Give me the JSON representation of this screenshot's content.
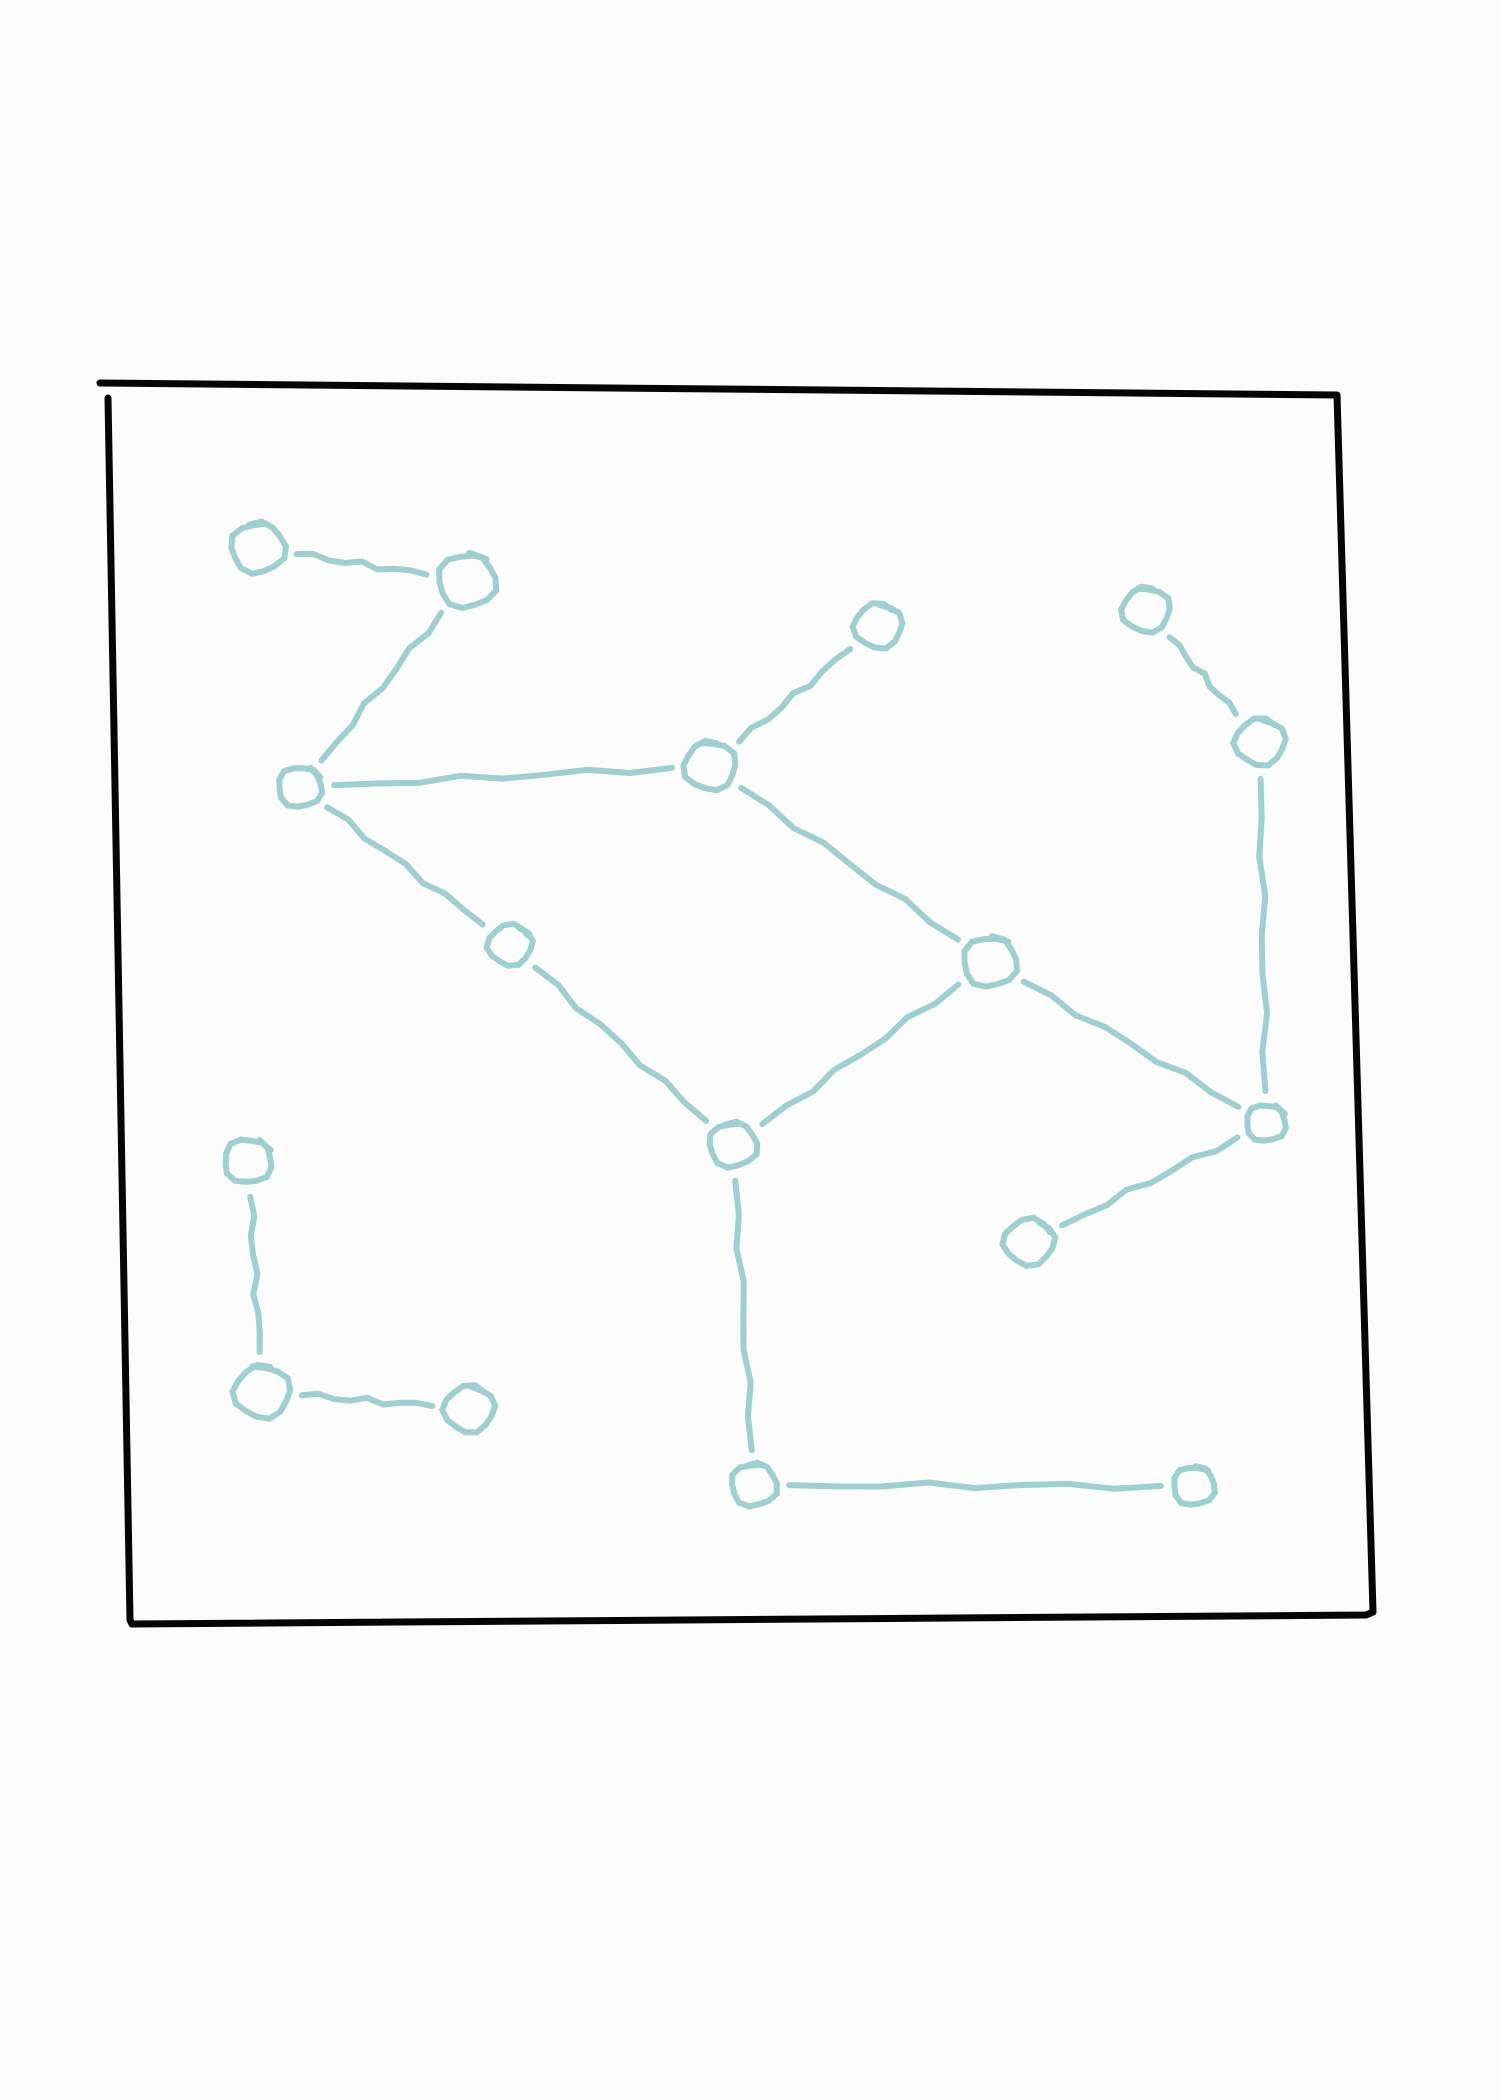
{
  "diagram": {
    "type": "graph",
    "style": "hand-drawn",
    "colors": {
      "background": "#fcfcfc",
      "frame": "#050505",
      "stroke": "#9fcfd1"
    },
    "nodes": [
      {
        "id": "n1"
      },
      {
        "id": "n2"
      },
      {
        "id": "n3"
      },
      {
        "id": "n4"
      },
      {
        "id": "n5"
      },
      {
        "id": "n6"
      },
      {
        "id": "n7"
      },
      {
        "id": "n8"
      },
      {
        "id": "n9"
      },
      {
        "id": "n10"
      },
      {
        "id": "n11"
      },
      {
        "id": "n12"
      },
      {
        "id": "n13"
      },
      {
        "id": "n14"
      },
      {
        "id": "n15"
      },
      {
        "id": "n16"
      },
      {
        "id": "n17"
      },
      {
        "id": "n18"
      }
    ],
    "edges": [
      [
        "n1",
        "n2"
      ],
      [
        "n2",
        "n3"
      ],
      [
        "n3",
        "n4"
      ],
      [
        "n4",
        "n5"
      ],
      [
        "n3",
        "n6"
      ],
      [
        "n6",
        "n7"
      ],
      [
        "n4",
        "n8"
      ],
      [
        "n8",
        "n7"
      ],
      [
        "n8",
        "n9"
      ],
      [
        "n10",
        "n11"
      ],
      [
        "n11",
        "n9"
      ],
      [
        "n9",
        "n12"
      ],
      [
        "n7",
        "n13"
      ],
      [
        "n13",
        "n14"
      ],
      [
        "n15",
        "n16"
      ],
      [
        "n16",
        "n17"
      ]
    ]
  }
}
